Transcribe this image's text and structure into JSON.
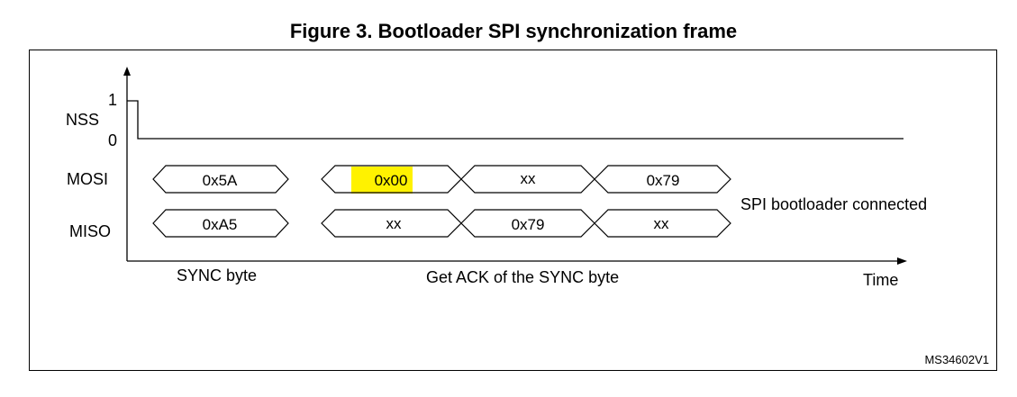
{
  "figure": {
    "title": "Figure 3. Bootloader SPI synchronization frame",
    "reference": "MS34602V1"
  },
  "signals": {
    "nss": {
      "name": "NSS",
      "high_label": "1",
      "low_label": "0"
    },
    "mosi": {
      "name": "MOSI",
      "bytes": [
        "0x5A",
        "0x00",
        "xx",
        "0x79"
      ]
    },
    "miso": {
      "name": "MISO",
      "bytes": [
        "0xA5",
        "xx",
        "0x79",
        "xx"
      ]
    }
  },
  "annotations": {
    "sync_byte": "SYNC byte",
    "get_ack": "Get ACK of the SYNC byte",
    "time_axis": "Time",
    "connected": "SPI bootloader connected"
  },
  "colors": {
    "highlight": "#fff200"
  }
}
